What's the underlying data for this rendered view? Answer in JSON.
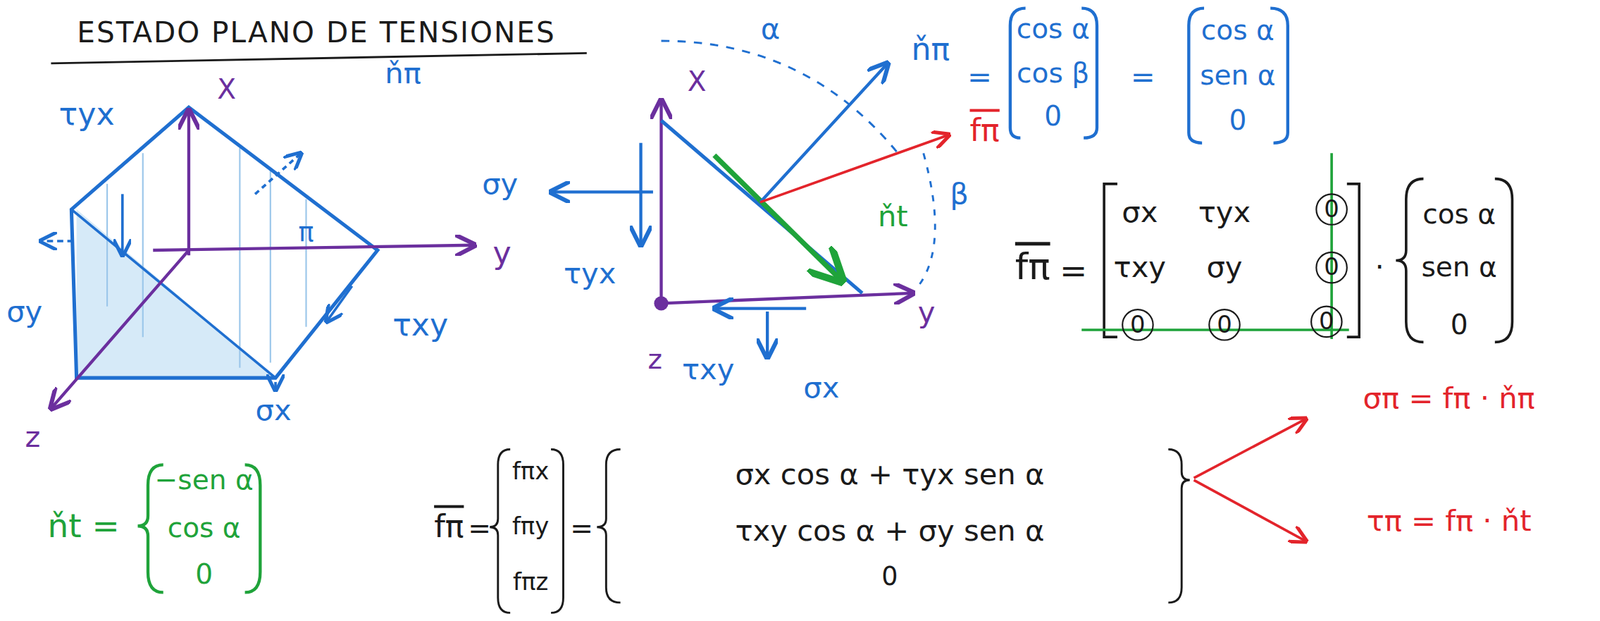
{
  "diagram": {
    "title": "ESTADO PLANO DE TENSIONES",
    "labels": [
      "τyx",
      "X",
      "ňπ",
      "σy",
      "π",
      "y",
      "τxy",
      "σx",
      "z",
      "ňt =",
      "−sen α",
      "cos α",
      "0",
      "α",
      "X",
      "σy",
      "τyx",
      "z",
      "τxy",
      "σx",
      "y",
      "β",
      "ňt",
      "fπ",
      "ňπ",
      "=",
      "cos α",
      "cos β",
      "0",
      "=",
      "cos α",
      "sen α",
      "0",
      "fπ",
      "=",
      "σx",
      "τyx",
      "0",
      "τxy",
      "σy",
      "0",
      "0",
      "0",
      "0",
      "·",
      "cos α",
      "sen α",
      "0",
      "fπ",
      "=",
      "fπx",
      "fπy",
      "fπz",
      "=",
      "σx cos α + τyx sen α",
      "τxy cos α + σy sen α",
      "0",
      "σπ = fπ · ňπ",
      "τπ = fπ · ňt"
    ]
  }
}
